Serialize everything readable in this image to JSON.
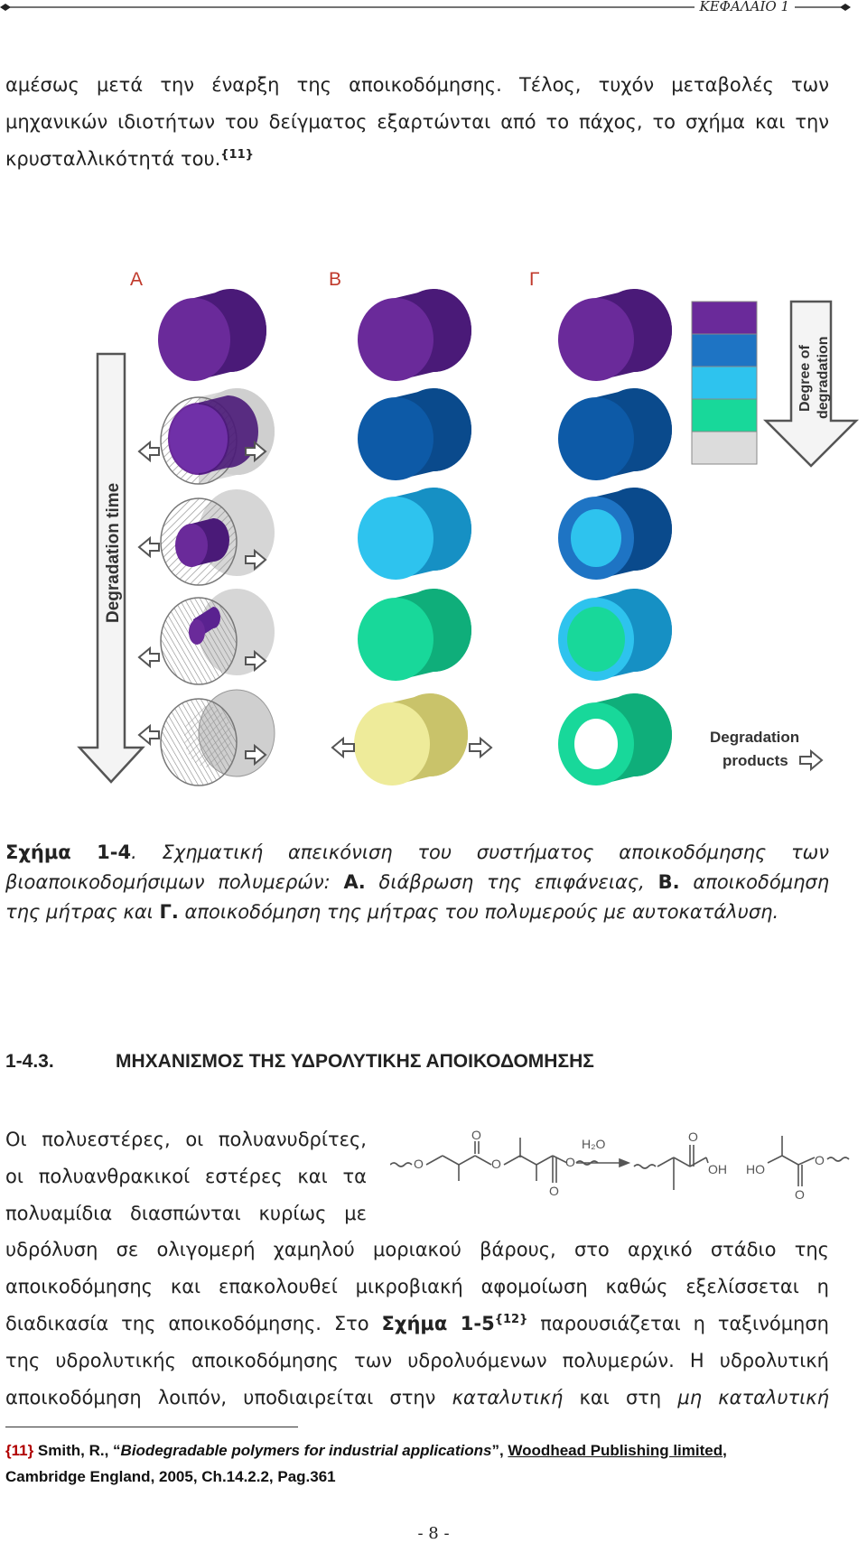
{
  "running_head": "ΚΕΦΑΛΑΙΟ 1",
  "para1": {
    "line1": "αμέσως μετά την έναρξη της αποικοδόμησης. Τέλος, τυχόν μεταβολές των",
    "line2": "μηχανικών ιδιοτήτων του δείγματος εξαρτώνται από το πάχος, το σχήμα και την",
    "line3": "κρυσταλλικότητά του.",
    "ref": "{11}"
  },
  "figure": {
    "col_labels": [
      "Α",
      "Β",
      "Γ"
    ],
    "degradation_time": "Degradation time",
    "degree_line1": "Degree of",
    "degree_line2": "degradation",
    "products_line1": "Degradation",
    "products_line2": "products",
    "colors": {
      "purple": "#6a2a9a",
      "blue_dark": "#0d5aa7",
      "blue_mid": "#1e74c4",
      "cyan": "#2ec3ee",
      "green": "#18d89a",
      "yellow": "#eeeb9a",
      "gray": "#dcdcdc"
    }
  },
  "caption": {
    "fig_label": "Σχήμα 1-4",
    "line1_rest": ". Σχηματική απεικόνιση του συστήματος αποικοδόμησης των",
    "line2_a": "βιοαποικοδομήσιμων πολυμερών: ",
    "line2_A": "Α.",
    "line2_b": " διάβρωση της επιφάνειας, ",
    "line2_B": "Β.",
    "line2_c": " αποικοδόμηση",
    "line3_a": "της μήτρας και ",
    "line3_G": "Γ.",
    "line3_b": " αποικοδόμηση της μήτρας του πολυμερούς με αυτοκατάλυση."
  },
  "section": {
    "number": "1-4.3.",
    "title": "ΜΗΧΑΝΙΣΜΟΣ ΤΗΣ ΥΔΡΟΛΥΤΙΚΗΣ ΑΠΟΙΚΟΔΟΜΗΣΗΣ"
  },
  "para2": {
    "line1": "Οι πολυεστέρες, οι πολυανυδρίτες,",
    "line2": "οι πολυανθρακικοί εστέρες και τα",
    "line3": "πολυαμίδια διασπώνται κυρίως με",
    "line4": "υδρόλυση σε ολιγομερή χαμηλού μοριακού βάρους, στο αρχικό στάδιο της",
    "line5": "αποικοδόμησης και επακολουθεί μικροβιακή αφομοίωση καθώς εξελίσσεται η",
    "line6_a": "διαδικασία της αποικοδόμησης. Στο ",
    "line6_fig": "Σχήμα 1-5",
    "line6_ref": "{12}",
    "line6_b": " παρουσιάζεται η ταξινόμηση",
    "line7": "της υδρολυτικής αποικοδόμησης των υδρολυόμενων πολυμερών. Η υδρολυτική",
    "line8_a": "αποικοδόμηση λοιπόν, υποδιαιρείται στην ",
    "line8_it1": "καταλυτική",
    "line8_b": " και στη ",
    "line8_it2": "μη καταλυτική"
  },
  "reaction": {
    "reagent": "H₂O",
    "oh": "OH",
    "ho": "HO",
    "o": "O"
  },
  "footnote": {
    "ref": "{11}",
    "author": " Smith, R., “",
    "title": "Biodegradable polymers for industrial applications",
    "sep": "”, ",
    "publisher": "Woodhead Publishing limited",
    "comma": ",",
    "line2": "Cambridge England, 2005, Ch.14.2.2, Pag.361"
  },
  "page_number": "- 8 -"
}
